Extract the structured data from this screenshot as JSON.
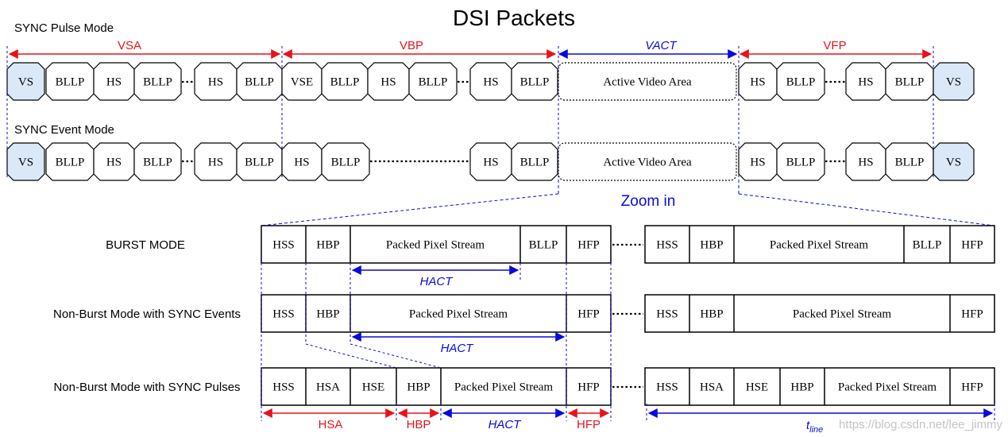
{
  "title": "DSI Packets",
  "zoom_label": "Zoom in",
  "watermark": "https://blog.csdn.net/lee_jimmy",
  "colors": {
    "red": "#e8131a",
    "blue": "#0a0adc",
    "vs_fill": "#dae8f8",
    "box_stroke": "#000000"
  },
  "top": {
    "sync_pulse_label": "SYNC Pulse Mode",
    "sync_event_label": "SYNC Event Mode",
    "intervals": {
      "vsa": "VSA",
      "vbp": "VBP",
      "vact": "VACT",
      "vfp": "VFP"
    },
    "pulse_row": [
      "VS",
      "BLLP",
      "HS",
      "BLLP",
      "HS",
      "BLLP",
      "VSE",
      "BLLP",
      "HS",
      "BLLP",
      "HS",
      "BLLP",
      "Active Video Area",
      "HS",
      "BLLP",
      "HS",
      "BLLP",
      "VS"
    ],
    "event_row": [
      "VS",
      "BLLP",
      "HS",
      "BLLP",
      "HS",
      "BLLP",
      "HS",
      "BLLP",
      "HS",
      "BLLP",
      "Active Video Area",
      "HS",
      "BLLP",
      "HS",
      "BLLP",
      "VS"
    ]
  },
  "bottom": {
    "burst_label": "BURST MODE",
    "nb_events_label": "Non-Burst Mode with SYNC Events",
    "nb_pulses_label": "Non-Burst Mode with SYNC Pulses",
    "burst_left": [
      "HSS",
      "HBP",
      "Packed Pixel Stream",
      "BLLP",
      "HFP"
    ],
    "burst_right": [
      "HSS",
      "HBP",
      "Packed Pixel Stream",
      "BLLP",
      "HFP"
    ],
    "events_left": [
      "HSS",
      "HBP",
      "Packed Pixel Stream",
      "HFP"
    ],
    "events_right": [
      "HSS",
      "HBP",
      "Packed Pixel Stream",
      "HFP"
    ],
    "pulses_left": [
      "HSS",
      "HSA",
      "HSE",
      "HBP",
      "Packed Pixel Stream",
      "HFP"
    ],
    "pulses_right": [
      "HSS",
      "HSA",
      "HSE",
      "HBP",
      "Packed Pixel Stream",
      "HFP"
    ],
    "hact": "HACT",
    "hsa": "HSA",
    "hbp": "HBP",
    "hfp": "HFP",
    "tline_main": "t",
    "tline_sub": "line"
  }
}
